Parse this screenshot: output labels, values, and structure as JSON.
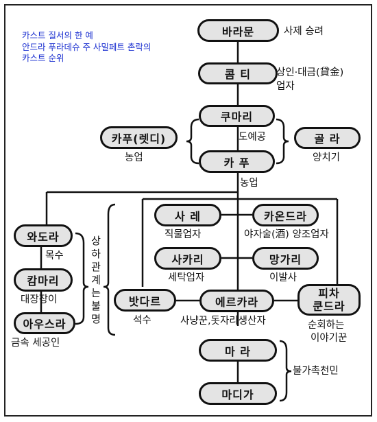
{
  "caption": {
    "line1": "카스트 질서의 한 예",
    "line2": "안드라 푸라데슈 주 사밀페트 촌락의",
    "line3": "카스트 순위"
  },
  "nodes": {
    "baramun": "바라문",
    "komti": "콤 티",
    "kumari": "쿠마리",
    "kapu_reddi": "카푸(렛디)",
    "kapu": "카 푸",
    "golla": "골 라",
    "wadora": "와도라",
    "kammari": "캄마리",
    "ausra": "아우스라",
    "sale": "사 레",
    "kaondra": "카온드라",
    "sakari": "사카리",
    "mangari": "망가리",
    "batdare": "밧다르",
    "erukara": "에르카라",
    "picha_kundra": "피차\n쿤드라",
    "mara": "마 라",
    "madiga": "마디가"
  },
  "labels": {
    "baramun": "사제 승려",
    "komti_1": "상인·대금(貸金)",
    "komti_2": "업자",
    "dowegong": "도예공",
    "kapu_reddi": "농업",
    "kapu": "농업",
    "golla": "양치기",
    "wadora": "목수",
    "kammari": "대장장이",
    "ausra": "금속 세공인",
    "sale": "직물업자",
    "kaondra": "야자술(酒) 양조업자",
    "sakari": "세탁업자",
    "mangari": "이발사",
    "batdare": "석수",
    "erukara": "사냥꾼,돗자리생산자",
    "picha_1": "순회하는",
    "picha_2": "이야기꾼",
    "bulgachok": "불가촉천민",
    "vertical": "상하관계는 불명"
  }
}
